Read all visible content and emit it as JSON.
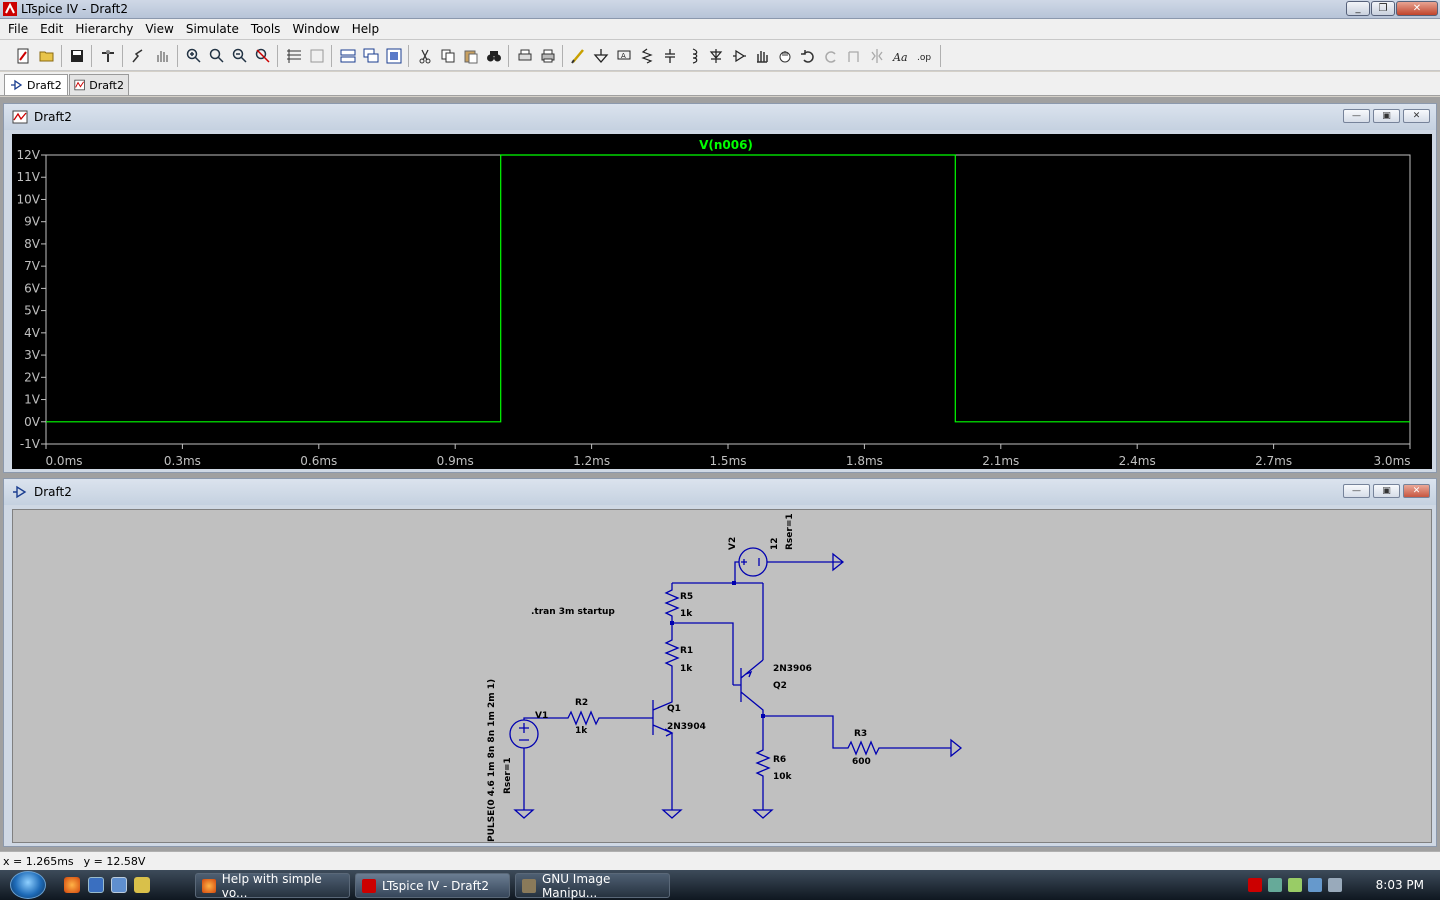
{
  "window": {
    "title": "LTspice IV - Draft2"
  },
  "menu": [
    "File",
    "Edit",
    "Hierarchy",
    "View",
    "Simulate",
    "Tools",
    "Window",
    "Help"
  ],
  "tabs": [
    {
      "label": "Draft2"
    },
    {
      "label": "Draft2"
    }
  ],
  "plot_window": {
    "title": "Draft2"
  },
  "schematic_window": {
    "title": "Draft2"
  },
  "chart_data": {
    "type": "line",
    "series": [
      {
        "name": "V(n006)",
        "color": "#00ff00",
        "x": [
          0.0,
          1.0,
          1.0,
          2.0,
          2.0,
          3.0
        ],
        "values": [
          0,
          0,
          12,
          12,
          0,
          0
        ]
      }
    ],
    "xlabel": "",
    "ylabel": "",
    "xlim": [
      0.0,
      3.0
    ],
    "ylim": [
      -1,
      12
    ],
    "xticks": [
      "0.0ms",
      "0.3ms",
      "0.6ms",
      "0.9ms",
      "1.2ms",
      "1.5ms",
      "1.8ms",
      "2.1ms",
      "2.4ms",
      "2.7ms",
      "3.0ms"
    ],
    "yticks": [
      "12V",
      "11V",
      "10V",
      "9V",
      "8V",
      "7V",
      "6V",
      "5V",
      "4V",
      "3V",
      "2V",
      "1V",
      "0V",
      "-1V"
    ],
    "grid": false
  },
  "schematic": {
    "directive": ".tran 3m startup",
    "v2": {
      "name": "V2",
      "value": "12",
      "param": "Rser=1"
    },
    "v1": {
      "name": "V1",
      "value": "PULSE(0 4.6 1m 8n 8n 1m 2m 1)",
      "param": "Rser=1"
    },
    "r5": {
      "name": "R5",
      "value": "1k"
    },
    "r1": {
      "name": "R1",
      "value": "1k"
    },
    "r2": {
      "name": "R2",
      "value": "1k"
    },
    "r6": {
      "name": "R6",
      "value": "10k"
    },
    "r3": {
      "name": "R3",
      "value": "600"
    },
    "q1": {
      "name": "Q1",
      "model": "2N3904"
    },
    "q2": {
      "name": "Q2",
      "model": "2N3906"
    }
  },
  "status": {
    "x": "x = 1.265ms",
    "y": "y = 12.58V"
  },
  "taskbar": {
    "tasks": [
      "Help with simple vo...",
      "LTspice IV - Draft2",
      "GNU Image Manipu..."
    ],
    "clock": "8:03 PM"
  }
}
